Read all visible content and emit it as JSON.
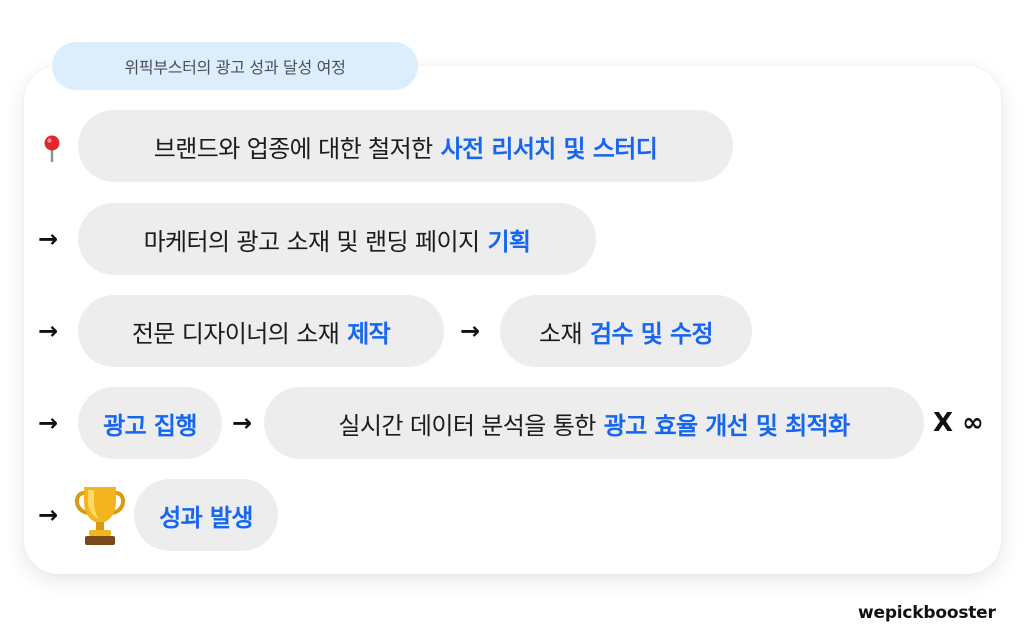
{
  "title": "위픽부스터의 광고 성과 달성 여정",
  "arrow": "→",
  "steps": {
    "research": {
      "text": "브랜드와 업종에 대한 철저한",
      "highlight": "사전 리서치 및 스터디"
    },
    "planning": {
      "text": "마케터의 광고 소재 및 랜딩 페이지",
      "highlight": "기획"
    },
    "production": {
      "text": "전문 디자이너의 소재",
      "highlight": "제작"
    },
    "review": {
      "text": "소재",
      "highlight": "검수 및 수정"
    },
    "execution": {
      "highlight": "광고 집행"
    },
    "optimization": {
      "text": "실시간 데이터 분석을 통한",
      "highlight": "광고 효율 개선 및 최적화"
    },
    "repeat": "X ∞",
    "result": {
      "highlight": "성과 발생"
    }
  },
  "icons": {
    "pin": "round-pushpin-icon",
    "trophy": "trophy-icon",
    "arrow": "right-arrow-icon"
  },
  "colors": {
    "highlight": "#1666f0",
    "pill": "#ededee",
    "title_pill": "#dcedfb"
  },
  "brand": "wepickbooster"
}
